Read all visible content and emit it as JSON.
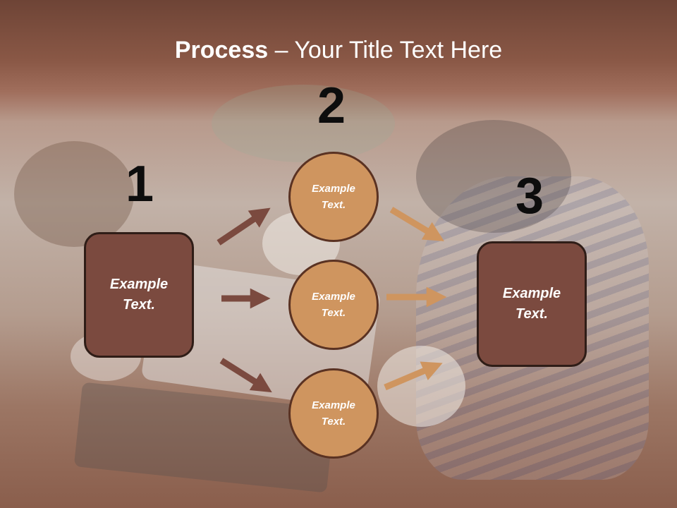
{
  "title": {
    "bold": "Process",
    "rest": " – Your Title Text Here"
  },
  "steps": [
    {
      "number": "1",
      "text": "Example Text."
    },
    {
      "number": "2"
    },
    {
      "number": "3",
      "text": "Example Text."
    }
  ],
  "circles": [
    {
      "text": "Example Text."
    },
    {
      "text": "Example Text."
    },
    {
      "text": "Example Text."
    }
  ],
  "colors": {
    "title_band": "#7a4a3c",
    "box_fill": "#7b4a3f",
    "circle_fill": "#cf955f",
    "arrow_dark": "#7b4a3f",
    "arrow_light": "#cf955f"
  }
}
